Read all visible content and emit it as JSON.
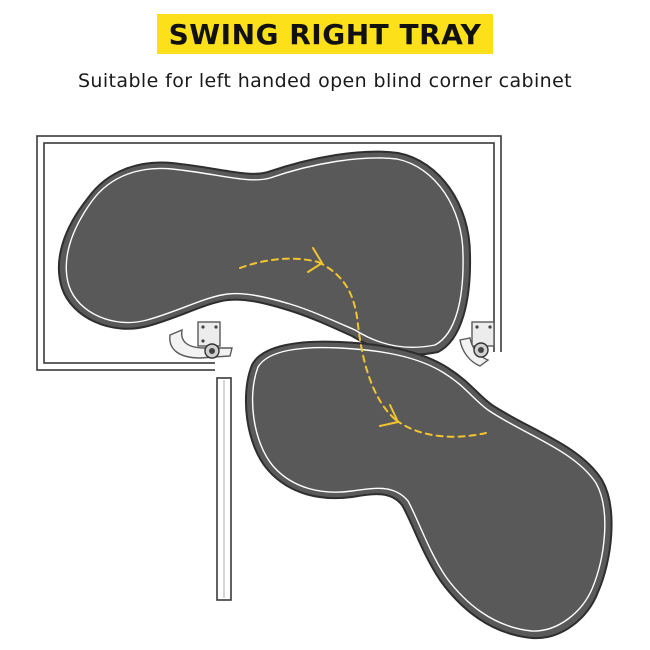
{
  "header": {
    "title": "SWING RIGHT TRAY",
    "subtitle": "Suitable for left handed open blind corner cabinet"
  },
  "colors": {
    "banner": "#fbe01a",
    "tray_fill": "#595959",
    "tray_rim": "#ffffff",
    "outline": "#3a3a3a",
    "arrow": "#f2c430",
    "hardware": "#e6e6e6"
  },
  "icons": {
    "path_arrow": "dashed-curved-arrow"
  }
}
